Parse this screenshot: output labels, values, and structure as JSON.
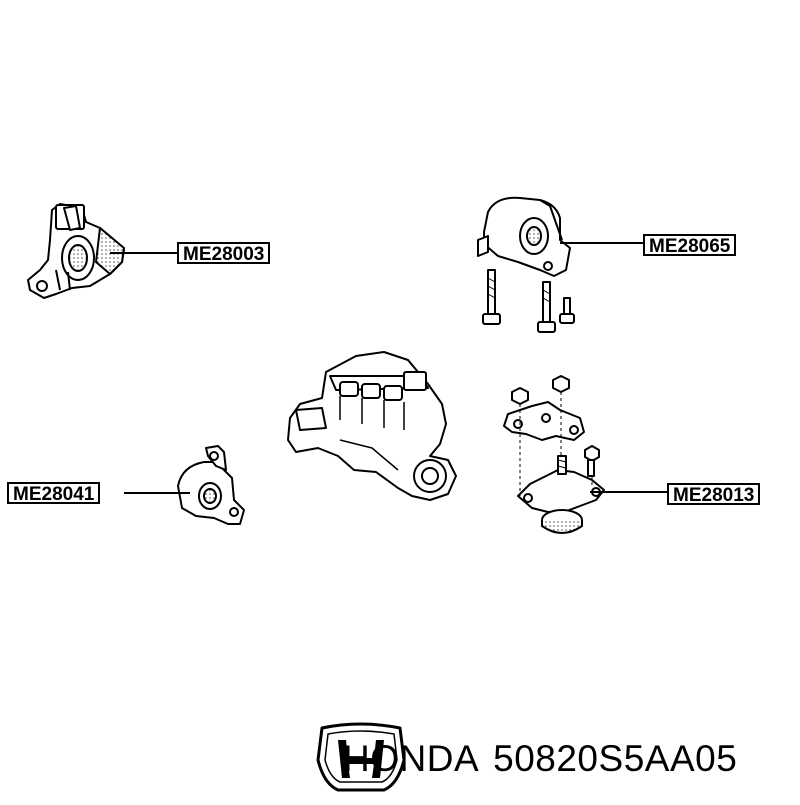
{
  "callouts": [
    {
      "id": "c1",
      "code": "ME28003"
    },
    {
      "id": "c2",
      "code": "ME28065"
    },
    {
      "id": "c3",
      "code": "ME28041"
    },
    {
      "id": "c4",
      "code": "ME28013"
    }
  ],
  "footer": {
    "brand": "HONDA",
    "part_number": "50820S5AA05"
  },
  "icons": {
    "logo": "honda-logo-icon"
  },
  "colors": {
    "line": "#000000",
    "background": "#ffffff",
    "hatch": "#555555"
  }
}
